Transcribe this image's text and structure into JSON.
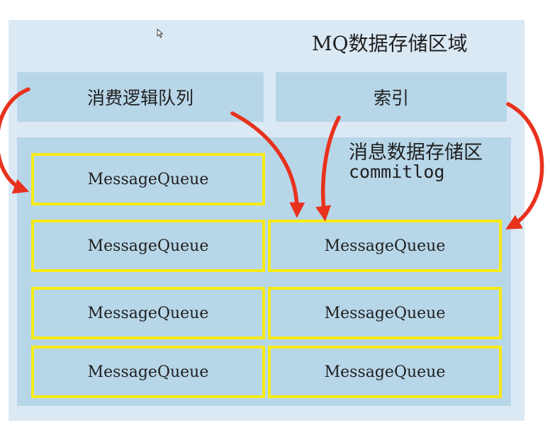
{
  "diagram": {
    "region_title": "MQ数据存储区域",
    "consumer_queue_label": "消费逻辑队列",
    "index_label": "索引",
    "store_title": "消息数据存储区",
    "store_subtitle": "commitlog",
    "queues": {
      "left": [
        "MessageQueue",
        "MessageQueue",
        "MessageQueue",
        "MessageQueue"
      ],
      "right": [
        "MessageQueue",
        "MessageQueue",
        "MessageQueue"
      ]
    },
    "colors": {
      "region_background": "#dbe9f5",
      "box_background": "#b7d6e8",
      "queue_border": "#f6eb16",
      "arrow": "#e8321e"
    },
    "icons": {
      "cursor": "mouse-pointer-icon"
    }
  }
}
